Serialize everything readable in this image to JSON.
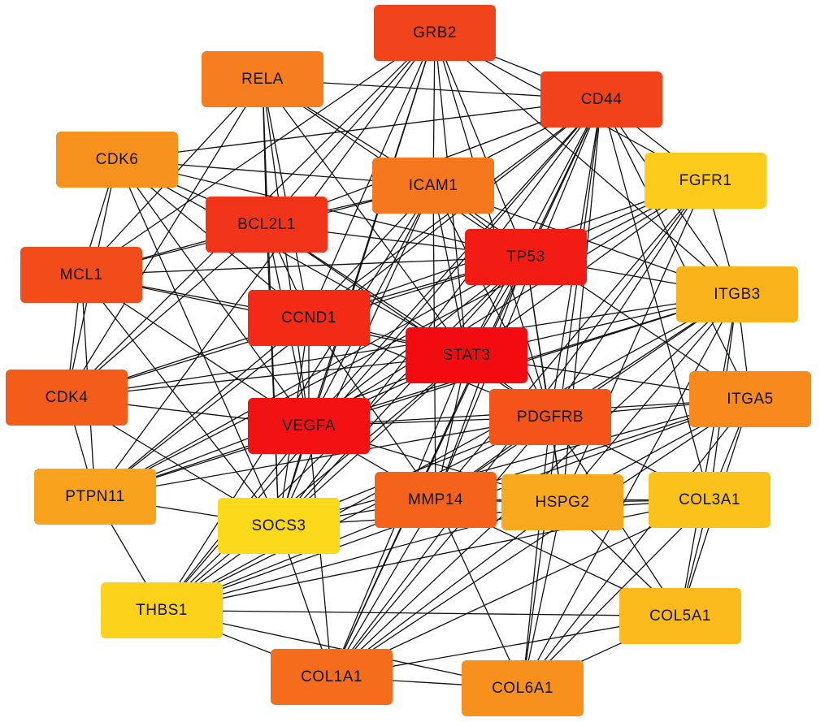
{
  "diagram": {
    "type": "protein-protein-interaction-network",
    "nodes": [
      {
        "id": "GRB2",
        "label": "GRB2",
        "color": "#f2441a"
      },
      {
        "id": "RELA",
        "label": "RELA",
        "color": "#f77e1e"
      },
      {
        "id": "CD44",
        "label": "CD44",
        "color": "#f2421a"
      },
      {
        "id": "CDK6",
        "label": "CDK6",
        "color": "#f8921e"
      },
      {
        "id": "ICAM1",
        "label": "ICAM1",
        "color": "#f6781e"
      },
      {
        "id": "FGFR1",
        "label": "FGFR1",
        "color": "#fccb1c"
      },
      {
        "id": "BCL2L1",
        "label": "BCL2L1",
        "color": "#f2341a"
      },
      {
        "id": "TP53",
        "label": "TP53",
        "color": "#f21c14"
      },
      {
        "id": "MCL1",
        "label": "MCL1",
        "color": "#f24c1a"
      },
      {
        "id": "ITGB3",
        "label": "ITGB3",
        "color": "#fbb31c"
      },
      {
        "id": "CCND1",
        "label": "CCND1",
        "color": "#f22a16"
      },
      {
        "id": "STAT3",
        "label": "STAT3",
        "color": "#f20c12"
      },
      {
        "id": "CDK4",
        "label": "CDK4",
        "color": "#f45c1a"
      },
      {
        "id": "ITGA5",
        "label": "ITGA5",
        "color": "#f7891d"
      },
      {
        "id": "VEGFA",
        "label": "VEGFA",
        "color": "#f21214"
      },
      {
        "id": "PDGFRB",
        "label": "PDGFRB",
        "color": "#f4541a"
      },
      {
        "id": "PTPN11",
        "label": "PTPN11",
        "color": "#f9a21d"
      },
      {
        "id": "MMP14",
        "label": "MMP14",
        "color": "#f4621b"
      },
      {
        "id": "HSPG2",
        "label": "HSPG2",
        "color": "#f9a91d"
      },
      {
        "id": "COL3A1",
        "label": "COL3A1",
        "color": "#fcc21c"
      },
      {
        "id": "SOCS3",
        "label": "SOCS3",
        "color": "#fcd91b"
      },
      {
        "id": "THBS1",
        "label": "THBS1",
        "color": "#fcd21b"
      },
      {
        "id": "COL5A1",
        "label": "COL5A1",
        "color": "#fbbb1c"
      },
      {
        "id": "COL1A1",
        "label": "COL1A1",
        "color": "#f56c1c"
      },
      {
        "id": "COL6A1",
        "label": "COL6A1",
        "color": "#f8901e"
      }
    ],
    "edges": [
      [
        "GRB2",
        "CD44"
      ],
      [
        "GRB2",
        "ICAM1"
      ],
      [
        "GRB2",
        "BCL2L1"
      ],
      [
        "GRB2",
        "TP53"
      ],
      [
        "GRB2",
        "STAT3"
      ],
      [
        "GRB2",
        "CCND1"
      ],
      [
        "GRB2",
        "VEGFA"
      ],
      [
        "GRB2",
        "PDGFRB"
      ],
      [
        "GRB2",
        "MCL1"
      ],
      [
        "GRB2",
        "CDK4"
      ],
      [
        "GRB2",
        "PTPN11"
      ],
      [
        "GRB2",
        "FGFR1"
      ],
      [
        "GRB2",
        "SOCS3"
      ],
      [
        "GRB2",
        "ITGB3"
      ],
      [
        "RELA",
        "BCL2L1"
      ],
      [
        "RELA",
        "CCND1"
      ],
      [
        "RELA",
        "STAT3"
      ],
      [
        "RELA",
        "TP53"
      ],
      [
        "RELA",
        "VEGFA"
      ],
      [
        "RELA",
        "ICAM1"
      ],
      [
        "RELA",
        "MCL1"
      ],
      [
        "RELA",
        "CDK4"
      ],
      [
        "RELA",
        "SOCS3"
      ],
      [
        "RELA",
        "CD44"
      ],
      [
        "CD44",
        "ICAM1"
      ],
      [
        "CD44",
        "TP53"
      ],
      [
        "CD44",
        "STAT3"
      ],
      [
        "CD44",
        "VEGFA"
      ],
      [
        "CD44",
        "CCND1"
      ],
      [
        "CD44",
        "BCL2L1"
      ],
      [
        "CD44",
        "MMP14"
      ],
      [
        "CD44",
        "PDGFRB"
      ],
      [
        "CD44",
        "HSPG2"
      ],
      [
        "CD44",
        "COL1A1"
      ],
      [
        "CD44",
        "COL3A1"
      ],
      [
        "CD44",
        "ITGB3"
      ],
      [
        "CD44",
        "FGFR1"
      ],
      [
        "CD44",
        "ITGA5"
      ],
      [
        "CD44",
        "SOCS3"
      ],
      [
        "CD44",
        "COL6A1"
      ],
      [
        "CD44",
        "THBS1"
      ],
      [
        "CD44",
        "CDK6"
      ],
      [
        "CD44",
        "PTPN11"
      ],
      [
        "CDK6",
        "BCL2L1"
      ],
      [
        "CDK6",
        "CCND1"
      ],
      [
        "CDK6",
        "TP53"
      ],
      [
        "CDK6",
        "STAT3"
      ],
      [
        "CDK6",
        "MCL1"
      ],
      [
        "CDK6",
        "CDK4"
      ],
      [
        "CDK6",
        "VEGFA"
      ],
      [
        "CDK6",
        "ICAM1"
      ],
      [
        "CDK6",
        "SOCS3"
      ],
      [
        "ICAM1",
        "TP53"
      ],
      [
        "ICAM1",
        "STAT3"
      ],
      [
        "ICAM1",
        "VEGFA"
      ],
      [
        "ICAM1",
        "CCND1"
      ],
      [
        "ICAM1",
        "BCL2L1"
      ],
      [
        "ICAM1",
        "MMP14"
      ],
      [
        "ICAM1",
        "ITGB3"
      ],
      [
        "ICAM1",
        "ITGA5"
      ],
      [
        "ICAM1",
        "THBS1"
      ],
      [
        "ICAM1",
        "PDGFRB"
      ],
      [
        "ICAM1",
        "SOCS3"
      ],
      [
        "ICAM1",
        "MCL1"
      ],
      [
        "FGFR1",
        "TP53"
      ],
      [
        "FGFR1",
        "STAT3"
      ],
      [
        "FGFR1",
        "VEGFA"
      ],
      [
        "FGFR1",
        "PDGFRB"
      ],
      [
        "FGFR1",
        "ITGB3"
      ],
      [
        "FGFR1",
        "HSPG2"
      ],
      [
        "FGFR1",
        "CCND1"
      ],
      [
        "FGFR1",
        "PTPN11"
      ],
      [
        "FGFR1",
        "COL1A1"
      ],
      [
        "FGFR1",
        "MMP14"
      ],
      [
        "BCL2L1",
        "TP53"
      ],
      [
        "BCL2L1",
        "STAT3"
      ],
      [
        "BCL2L1",
        "MCL1"
      ],
      [
        "BCL2L1",
        "CCND1"
      ],
      [
        "BCL2L1",
        "VEGFA"
      ],
      [
        "BCL2L1",
        "CDK4"
      ],
      [
        "BCL2L1",
        "SOCS3"
      ],
      [
        "BCL2L1",
        "PDGFRB"
      ],
      [
        "TP53",
        "STAT3"
      ],
      [
        "TP53",
        "CCND1"
      ],
      [
        "TP53",
        "VEGFA"
      ],
      [
        "TP53",
        "MCL1"
      ],
      [
        "TP53",
        "CDK4"
      ],
      [
        "TP53",
        "PDGFRB"
      ],
      [
        "TP53",
        "MMP14"
      ],
      [
        "TP53",
        "THBS1"
      ],
      [
        "TP53",
        "ITGB3"
      ],
      [
        "TP53",
        "SOCS3"
      ],
      [
        "TP53",
        "PTPN11"
      ],
      [
        "TP53",
        "COL1A1"
      ],
      [
        "TP53",
        "HSPG2"
      ],
      [
        "MCL1",
        "STAT3"
      ],
      [
        "MCL1",
        "CCND1"
      ],
      [
        "MCL1",
        "VEGFA"
      ],
      [
        "MCL1",
        "CDK4"
      ],
      [
        "MCL1",
        "SOCS3"
      ],
      [
        "MCL1",
        "PTPN11"
      ],
      [
        "ITGB3",
        "STAT3"
      ],
      [
        "ITGB3",
        "VEGFA"
      ],
      [
        "ITGB3",
        "PDGFRB"
      ],
      [
        "ITGB3",
        "ITGA5"
      ],
      [
        "ITGB3",
        "MMP14"
      ],
      [
        "ITGB3",
        "HSPG2"
      ],
      [
        "ITGB3",
        "COL1A1"
      ],
      [
        "ITGB3",
        "COL3A1"
      ],
      [
        "ITGB3",
        "COL5A1"
      ],
      [
        "ITGB3",
        "COL6A1"
      ],
      [
        "ITGB3",
        "THBS1"
      ],
      [
        "ITGB3",
        "PTPN11"
      ],
      [
        "ITGB3",
        "CDK4"
      ],
      [
        "CCND1",
        "STAT3"
      ],
      [
        "CCND1",
        "VEGFA"
      ],
      [
        "CCND1",
        "CDK4"
      ],
      [
        "CCND1",
        "SOCS3"
      ],
      [
        "CCND1",
        "PTPN11"
      ],
      [
        "CCND1",
        "PDGFRB"
      ],
      [
        "CCND1",
        "MMP14"
      ],
      [
        "STAT3",
        "VEGFA"
      ],
      [
        "STAT3",
        "CDK4"
      ],
      [
        "STAT3",
        "PDGFRB"
      ],
      [
        "STAT3",
        "SOCS3"
      ],
      [
        "STAT3",
        "PTPN11"
      ],
      [
        "STAT3",
        "MMP14"
      ],
      [
        "STAT3",
        "ITGA5"
      ],
      [
        "STAT3",
        "COL1A1"
      ],
      [
        "STAT3",
        "THBS1"
      ],
      [
        "CDK4",
        "VEGFA"
      ],
      [
        "CDK4",
        "PTPN11"
      ],
      [
        "CDK4",
        "SOCS3"
      ],
      [
        "ITGA5",
        "PDGFRB"
      ],
      [
        "ITGA5",
        "MMP14"
      ],
      [
        "ITGA5",
        "HSPG2"
      ],
      [
        "ITGA5",
        "COL1A1"
      ],
      [
        "ITGA5",
        "COL3A1"
      ],
      [
        "ITGA5",
        "COL5A1"
      ],
      [
        "ITGA5",
        "COL6A1"
      ],
      [
        "ITGA5",
        "THBS1"
      ],
      [
        "ITGA5",
        "VEGFA"
      ],
      [
        "ITGA5",
        "SOCS3"
      ],
      [
        "VEGFA",
        "PDGFRB"
      ],
      [
        "VEGFA",
        "MMP14"
      ],
      [
        "VEGFA",
        "SOCS3"
      ],
      [
        "VEGFA",
        "PTPN11"
      ],
      [
        "VEGFA",
        "THBS1"
      ],
      [
        "VEGFA",
        "COL1A1"
      ],
      [
        "VEGFA",
        "HSPG2"
      ],
      [
        "PDGFRB",
        "MMP14"
      ],
      [
        "PDGFRB",
        "HSPG2"
      ],
      [
        "PDGFRB",
        "COL1A1"
      ],
      [
        "PDGFRB",
        "COL3A1"
      ],
      [
        "PDGFRB",
        "COL5A1"
      ],
      [
        "PDGFRB",
        "COL6A1"
      ],
      [
        "PDGFRB",
        "PTPN11"
      ],
      [
        "PDGFRB",
        "SOCS3"
      ],
      [
        "PDGFRB",
        "THBS1"
      ],
      [
        "PTPN11",
        "SOCS3"
      ],
      [
        "PTPN11",
        "THBS1"
      ],
      [
        "MMP14",
        "HSPG2"
      ],
      [
        "MMP14",
        "COL1A1"
      ],
      [
        "MMP14",
        "COL3A1"
      ],
      [
        "MMP14",
        "COL5A1"
      ],
      [
        "MMP14",
        "COL6A1"
      ],
      [
        "MMP14",
        "THBS1"
      ],
      [
        "MMP14",
        "SOCS3"
      ],
      [
        "HSPG2",
        "COL3A1"
      ],
      [
        "HSPG2",
        "COL1A1"
      ],
      [
        "HSPG2",
        "COL5A1"
      ],
      [
        "HSPG2",
        "COL6A1"
      ],
      [
        "HSPG2",
        "THBS1"
      ],
      [
        "COL3A1",
        "COL1A1"
      ],
      [
        "COL3A1",
        "COL5A1"
      ],
      [
        "COL3A1",
        "COL6A1"
      ],
      [
        "COL3A1",
        "THBS1"
      ],
      [
        "COL3A1",
        "SOCS3"
      ],
      [
        "SOCS3",
        "COL1A1"
      ],
      [
        "SOCS3",
        "THBS1"
      ],
      [
        "THBS1",
        "COL1A1"
      ],
      [
        "THBS1",
        "COL5A1"
      ],
      [
        "THBS1",
        "COL6A1"
      ],
      [
        "COL5A1",
        "COL1A1"
      ],
      [
        "COL5A1",
        "COL6A1"
      ],
      [
        "COL1A1",
        "COL6A1"
      ]
    ]
  }
}
